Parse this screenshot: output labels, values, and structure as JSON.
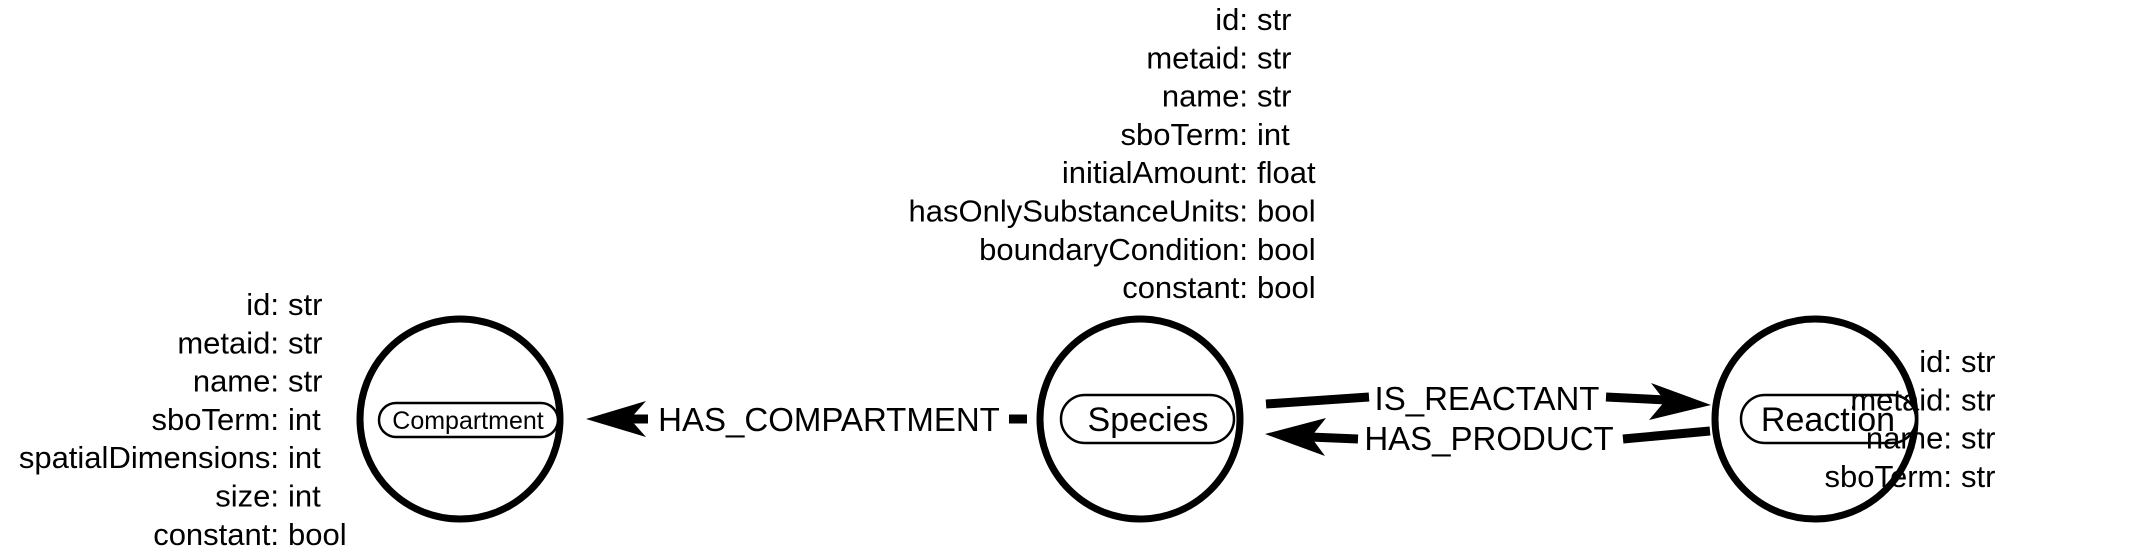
{
  "nodes": {
    "compartment": {
      "label": "Compartment",
      "properties": [
        "id: str",
        "metaid: str",
        "name: str",
        "sboTerm: int",
        "spatialDimensions: int",
        "size: int",
        "constant: bool"
      ]
    },
    "species": {
      "label": "Species",
      "properties": [
        "id: str",
        "metaid: str",
        "name: str",
        "sboTerm: int",
        "initialAmount: float",
        "hasOnlySubstanceUnits: bool",
        "boundaryCondition: bool",
        "constant: bool"
      ]
    },
    "reaction": {
      "label": "Reaction",
      "properties": [
        "id: str",
        "metaid: str",
        "name: str",
        "sboTerm: str"
      ]
    }
  },
  "edges": {
    "has_compartment": "HAS_COMPARTMENT",
    "is_reactant": "IS_REACTANT",
    "has_product": "HAS_PRODUCT"
  }
}
